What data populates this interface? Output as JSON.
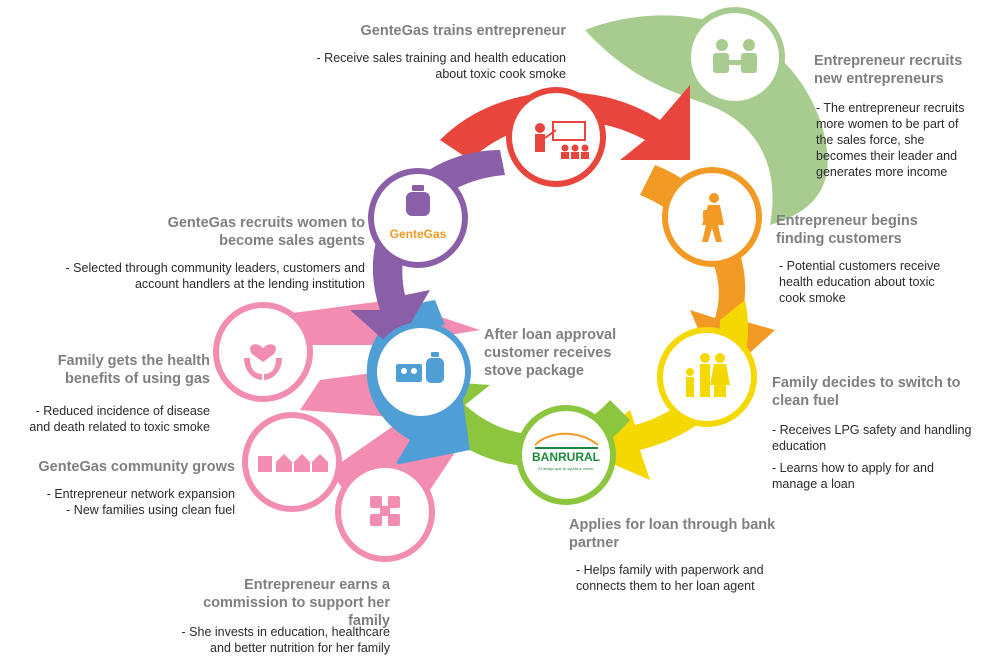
{
  "center": {
    "title": "After loan approval customer receives stove package"
  },
  "steps": {
    "train": {
      "title": "GenteGas trains entrepreneur",
      "desc": "- Receive sales training and health education about toxic cook smoke",
      "icon": "trainer-presentation-icon",
      "color": "#e8453c"
    },
    "recruit_new": {
      "title": "Entrepreneur recruits new entrepreneurs",
      "desc": "- The entrepreneur recruits more women to be part of the sales force, she becomes their leader and generates more income",
      "icon": "handshake-icon",
      "color": "#a8cc8f"
    },
    "finding": {
      "title": "Entrepreneur begins finding customers",
      "desc": "- Potential customers receive health education about toxic cook smoke",
      "icon": "walking-woman-icon",
      "color": "#f39a24"
    },
    "switch": {
      "title": "Family decides to switch to clean fuel",
      "desc1": "- Receives LPG safety and handling education",
      "desc2": "- Learns how to apply for and manage a loan",
      "icon": "family-icon",
      "color": "#f5d800"
    },
    "loan": {
      "title": "Applies for loan through bank partner",
      "desc": "- Helps family with paperwork and connects them to her loan agent",
      "icon": "banrural-logo",
      "logo_text": "BANRURAL",
      "logo_sub": "El amigo que te ayuda a crecer",
      "color": "#8cc63f"
    },
    "recruit_women": {
      "title": "GenteGas recruits women to become sales agents",
      "desc": "- Selected through community leaders, customers and account handlers at the lending institution",
      "icon": "gas-cylinder-icon",
      "logo_text": "GenteGas",
      "color": "#8b5fa8"
    },
    "package": {
      "icon": "stove-and-cylinder-icon",
      "color": "#4f9fd6"
    },
    "health": {
      "title": "Family gets the health benefits of using gas",
      "desc": "- Reduced incidence of disease and death related to toxic smoke",
      "icon": "heart-hands-icon",
      "color": "#f28db1"
    },
    "community": {
      "title": "GenteGas community grows",
      "desc1": "- Entrepreneur network expansion",
      "desc2": "- New families using clean fuel",
      "icon": "houses-icon",
      "color": "#f28db1"
    },
    "commission": {
      "title": "Entrepreneur earns a commission to support her family",
      "desc": "- She invests in education, healthcare and better nutrition for her family",
      "icon": "joined-hands-icon",
      "color": "#f28db1"
    }
  }
}
